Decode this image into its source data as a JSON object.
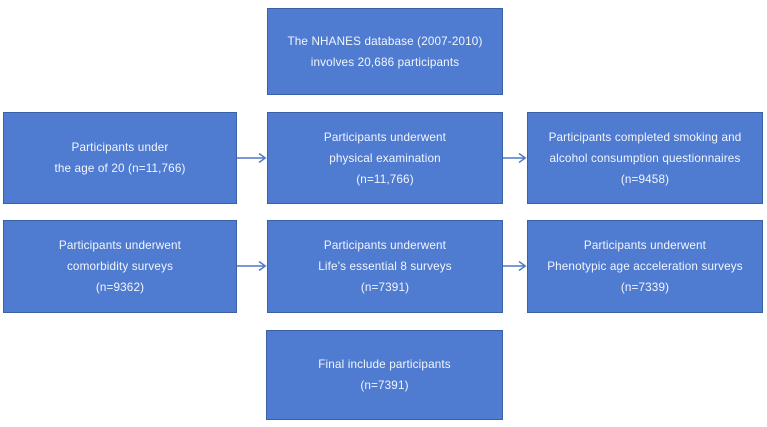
{
  "theme": {
    "background": "#ffffff",
    "box_fill": "#4f7bd1",
    "box_border": "#3a60a6",
    "text_color": "#f2f6fc",
    "arrow_color": "#4d79c8"
  },
  "nodes": [
    {
      "id": "nhanes-database",
      "lines": [
        "The NHANES database (2007-2010)",
        "involves 20,686 participants"
      ]
    },
    {
      "id": "under-20",
      "lines": [
        "Participants under",
        "the age of 20 (n=11,766)"
      ]
    },
    {
      "id": "physical-exam",
      "lines": [
        "Participants underwent",
        "physical examination",
        "(n=11,766)"
      ]
    },
    {
      "id": "smoking-alcohol",
      "lines": [
        "Participants completed smoking and",
        "alcohol consumption questionnaires",
        "(n=9458)"
      ]
    },
    {
      "id": "comorbidity",
      "lines": [
        "Participants underwent",
        "comorbidity surveys",
        "(n=9362)"
      ]
    },
    {
      "id": "life-essential-8",
      "lines": [
        "Participants underwent",
        "Life's essential 8 surveys",
        "(n=7391)"
      ]
    },
    {
      "id": "phenotypic-age",
      "lines": [
        "Participants underwent",
        "Phenotypic age acceleration surveys",
        "(n=7339)"
      ]
    },
    {
      "id": "final-include",
      "lines": [
        "Final include participants",
        "(n=7391)"
      ]
    }
  ],
  "edges": [
    {
      "from": "under-20",
      "to": "physical-exam",
      "direction": "right"
    },
    {
      "from": "physical-exam",
      "to": "smoking-alcohol",
      "direction": "right"
    },
    {
      "from": "comorbidity",
      "to": "life-essential-8",
      "direction": "right"
    },
    {
      "from": "life-essential-8",
      "to": "phenotypic-age",
      "direction": "right"
    }
  ]
}
